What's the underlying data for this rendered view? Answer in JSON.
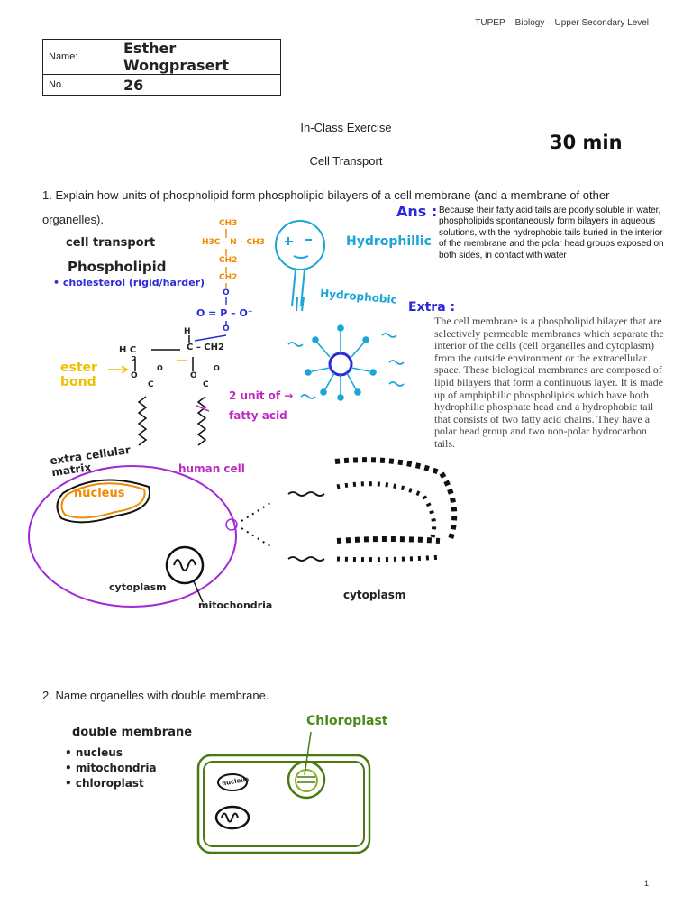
{
  "header": "TUPEP – Biology – Upper Secondary Level",
  "id_table": {
    "name_label": "Name:",
    "name_value": "Esther Wongprasert",
    "no_label": "No.",
    "no_value": "26"
  },
  "title": "In-Class Exercise",
  "subtitle": "Cell Transport",
  "time_note": "30 min",
  "q1": "1. Explain how units of phospholipid form phospholipid bilayers of a cell membrane (and a membrane of other organelles).",
  "notes": {
    "cell_transport": "cell transport",
    "phospholipid": "Phospholipid",
    "cholesterol": "• cholesterol (rigid/harder)"
  },
  "ans_label": "Ans :",
  "answer": "Because their fatty acid tails are poorly soluble in water, phospholipids spontaneously form bilayers in aqueous solutions, with the hydrophobic tails buried in the interior of the membrane and the polar head groups exposed on both sides, in contact with water",
  "hydrophillic": "Hydrophillic",
  "hydrophobic": "Hydrophobic",
  "extra_label": "Extra :",
  "extra_text": "The cell membrane is a phospholipid bilayer that are selectively permeable membranes which separate the interior of the cells (cell organelles and cytoplasm) from the outside environment or the extracellular space. These biological membranes are composed of lipid bilayers that form a continuous layer. It is made up of amphiphilic phospholipids which have both hydrophilic phosphate head and a hydrophobic tail that consists of two fatty acid chains. They have a polar head group and two non-polar hydrocarbon tails.",
  "chem": {
    "ch3": "CH3",
    "n": "H3C – N – CH3",
    "ch2": "CH2",
    "o_p": "O = P – O⁻",
    "o": "O",
    "hc": "H C",
    "h": "H",
    "c_ch2": "C – CH2",
    "num2": "2",
    "c": "C",
    "oo": "O",
    "plus": "+"
  },
  "labels": {
    "ester_bond": "ester bond",
    "fatty_acid": "2 unit of → fatty acid",
    "ecm": "extra cellular matrix",
    "human_cell": "human cell",
    "nucleus": "nucleus",
    "cytoplasm1": "cytoplasm",
    "mitochondria": "mitochondria",
    "cytoplasm2": "cytoplasm"
  },
  "q2": "2. Name organelles with double membrane.",
  "double_membrane": {
    "title": "double membrane",
    "items": [
      "• nucleus",
      "• mitochondria",
      "• chloroplast"
    ]
  },
  "chloroplast": "Chloroplast",
  "small_nucleus": "nucleus",
  "page_number": "1"
}
